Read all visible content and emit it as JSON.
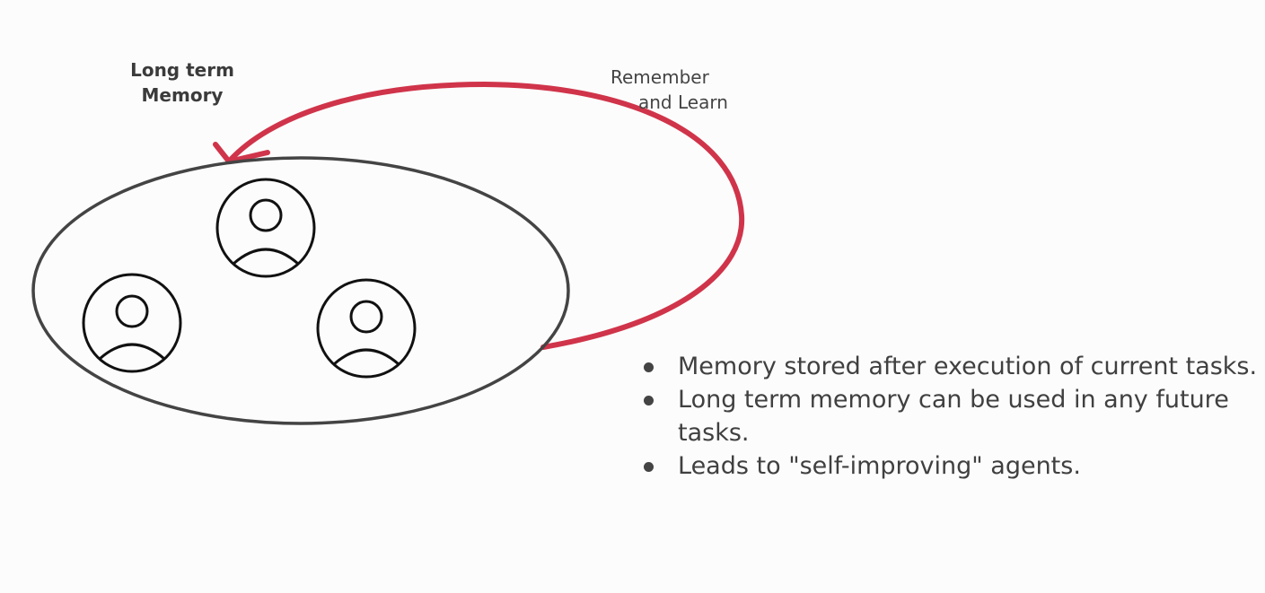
{
  "title_lines": [
    "Long term",
    "Memory"
  ],
  "loop_label_lines": [
    "Remember",
    "and Learn"
  ],
  "bullets": [
    "Memory stored after execution of current tasks.",
    "Long term memory can be used in any future tasks.",
    "Leads to \"self-improving\" agents."
  ],
  "icons": [
    "user-icon",
    "user-icon",
    "user-icon",
    "bullet-dot-icon"
  ],
  "colors": {
    "arrow": "#d0344a",
    "ellipse_stroke": "#444444",
    "icon_stroke": "#111111",
    "text": "#404040"
  }
}
